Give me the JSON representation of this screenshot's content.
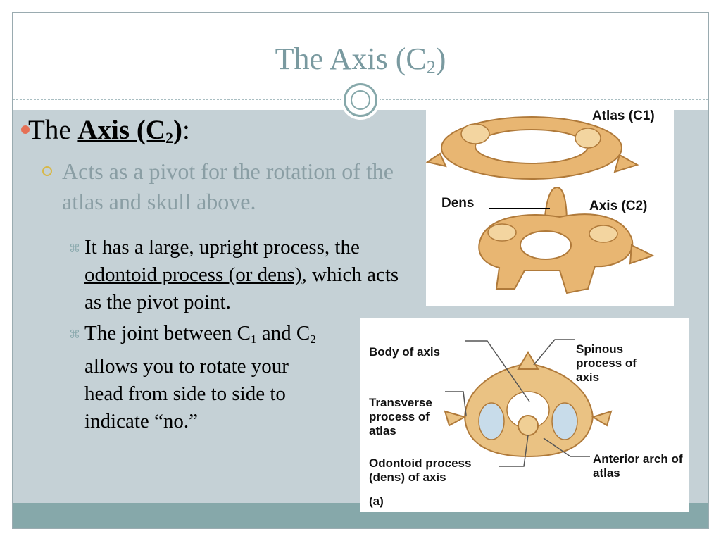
{
  "slide": {
    "title": "The Axis (C",
    "title_sub": "2",
    "title_end": ")",
    "bullet1": {
      "prefix": "The ",
      "axis_label": "Axis (C",
      "axis_sub": "2",
      "axis_end": ")",
      "colon": ":"
    },
    "bullet2": "Acts as a pivot for the rotation of the atlas and skull above.",
    "bullet3a": {
      "text1": "It has a large, upright process, the ",
      "link": "odontoid process (or dens)",
      "text2": ", which acts as the pivot point."
    },
    "bullet3b": {
      "text1": "The joint between C",
      "sub1": "1",
      "text2": " and C",
      "sub2": "2",
      "text3": " allows you to rotate your head from side to side to indicate “no.”"
    }
  },
  "figure_top": {
    "label_atlas": "Atlas (C1)",
    "label_dens": "Dens",
    "label_axis": "Axis (C2)"
  },
  "figure_bottom": {
    "label_body": "Body of axis",
    "label_spinous": "Spinous process of axis",
    "label_transverse": "Transverse process of atlas",
    "label_odontoid": "Odontoid process (dens) of axis",
    "label_anterior": "Anterior arch of atlas",
    "label_panel": "(a)"
  },
  "colors": {
    "title": "#7a9aa0",
    "content_bg": "#c5d1d6",
    "band": "#86a8aa",
    "bullet_dot": "#e67055",
    "bullet_ring": "#d7b84a",
    "bone": "#e8b672"
  }
}
